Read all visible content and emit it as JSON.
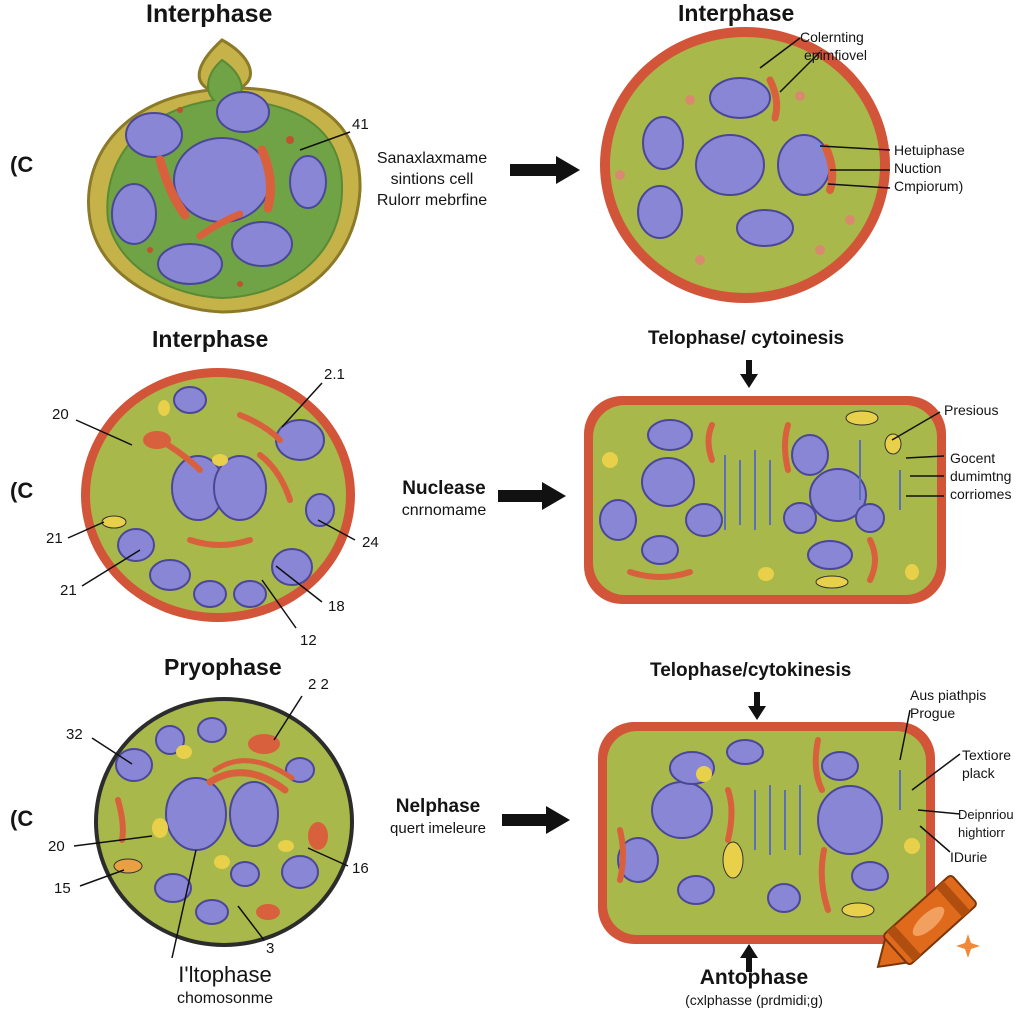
{
  "colors": {
    "cytoplasm": "#a8b84a",
    "cytoplasm_green": "#6fa346",
    "membrane": "#d2553a",
    "nucleus": "#8a86d6",
    "mitochondria": "#d9603c",
    "vesicle": "#e8d04a",
    "crayon": "#e06a1c"
  },
  "icons": {
    "crayon": "crayon-icon",
    "sparkle": "sparkle-icon"
  },
  "row1": {
    "left_title": "Interphase",
    "right_title": "Interphase",
    "edge_label": "(C",
    "number": "41",
    "middle": {
      "line1": "Sanaxlaxmame",
      "line2": "sintions cell",
      "line3": "Rulorr mebrfine"
    },
    "top_labels": {
      "line1": "Colernting",
      "line2": "epimfiovel"
    },
    "side_labels": {
      "line1": "Hetuiphase",
      "line2": "Nuction",
      "line3": "Cmpiorum)"
    }
  },
  "row2": {
    "left_title": "Interphase",
    "right_title": "Telophase/ cytoinesis",
    "edge_label": "(C",
    "numbers": {
      "top_right": "2.1",
      "left_top": "20",
      "left_mid": "21",
      "left_low": "21",
      "right": "24",
      "bottom_right": "18",
      "bottom": "12"
    },
    "middle": {
      "bold": "Nuclease",
      "line2": "cnrnomame"
    },
    "side_labels": {
      "top": "Presious",
      "line1": "Gocent",
      "line2": "dumimtng",
      "line3": "corriomes"
    }
  },
  "row3": {
    "left_title": "Pryophase",
    "right_title": "Telophase/cytokinesis",
    "edge_label": "(C",
    "numbers": {
      "top_right": "2 2",
      "left_top": "32",
      "left_mid": "20",
      "left_low": "15",
      "right": "16",
      "bottom": "3"
    },
    "middle": {
      "bold": "Nelphase",
      "line2": "quert imeleure"
    },
    "side_labels": {
      "line1": "Aus piathpis",
      "line2": "Progue",
      "line3": "Textiore",
      "line4": "plack",
      "line5": "Deipnriou",
      "line6": "hightiorr",
      "line7": "IDurie"
    },
    "bottom_left": {
      "title": "I'ltophase",
      "sub": "chomosonme"
    },
    "bottom_right": {
      "title": "Antophase",
      "sub": "(cxlphasse (prdmidi;g)"
    }
  }
}
